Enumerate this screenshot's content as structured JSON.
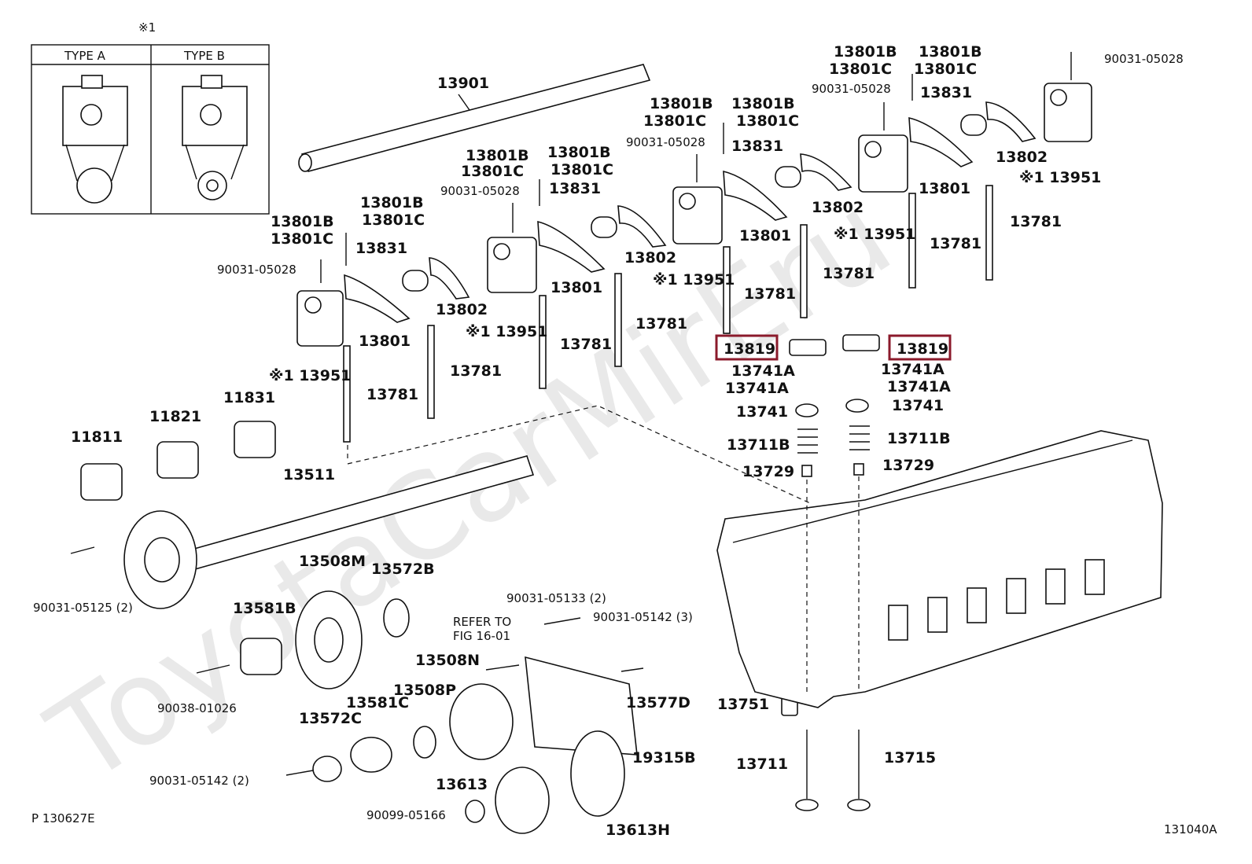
{
  "watermark": "ToyotaCarMirEru",
  "type_box": {
    "ref_mark": "※1",
    "type_a": "TYPE A",
    "type_b": "TYPE B"
  },
  "figure_ref": "P 130627E",
  "diagram_code": "131040A",
  "refer_note": {
    "line1": "REFER TO",
    "line2": "FIG 16-01"
  },
  "highlighted_part": "13819",
  "labels": {
    "p13901": "13901",
    "p13801b_1": "13801B",
    "p13801b_2": "13801B",
    "p13801b_3": "13801B",
    "p13801b_4": "13801B",
    "p13801b_5": "13801B",
    "p13801b_6": "13801B",
    "p13801b_7": "13801B",
    "p13801b_8": "13801B",
    "p13801c_1": "13801C",
    "p13801c_2": "13801C",
    "p13801c_3": "13801C",
    "p13801c_4": "13801C",
    "p13801c_5": "13801C",
    "p13801c_6": "13801C",
    "p13801c_7": "13801C",
    "p13801c_8": "13801C",
    "p90031_05028_1": "90031-05028",
    "p90031_05028_2": "90031-05028",
    "p90031_05028_3": "90031-05028",
    "p90031_05028_4": "90031-05028",
    "p90031_05028_5": "90031-05028",
    "p13831_1": "13831",
    "p13831_2": "13831",
    "p13831_3": "13831",
    "p13831_4": "13831",
    "p13802_1": "13802",
    "p13802_2": "13802",
    "p13802_3": "13802",
    "p13802_4": "13802",
    "p13801_1": "13801",
    "p13801_2": "13801",
    "p13801_3": "13801",
    "p13801_4": "13801",
    "p13951_1": "※1 13951",
    "p13951_2": "※1 13951",
    "p13951_3": "※1 13951",
    "p13951_4": "※1 13951",
    "p13951_5": "※1 13951",
    "p13781_1": "13781",
    "p13781_2": "13781",
    "p13781_3": "13781",
    "p13781_4": "13781",
    "p13781_5": "13781",
    "p13781_6": "13781",
    "p13781_7": "13781",
    "p13781_8": "13781",
    "p13819_l": "13819",
    "p13819_r": "13819",
    "p13741a_1": "13741A",
    "p13741a_2": "13741A",
    "p13741a_3": "13741A",
    "p13741a_4": "13741A",
    "p13741_l": "13741",
    "p13741_r": "13741",
    "p13711b_l": "13711B",
    "p13711b_r": "13711B",
    "p13729_l": "13729",
    "p13729_r": "13729",
    "p11811": "11811",
    "p11821": "11821",
    "p11831": "11831",
    "p13511": "13511",
    "p90031_05125": "90031-05125 (2)",
    "p13508m": "13508M",
    "p13572b": "13572B",
    "p13581b": "13581B",
    "p90038_01026": "90038-01026",
    "p90031_05133": "90031-05133 (2)",
    "p90031_05142_3": "90031-05142 (3)",
    "p13508n": "13508N",
    "p13508p": "13508P",
    "p13581c": "13581C",
    "p13572c": "13572C",
    "p13577d": "13577D",
    "p19315b": "19315B",
    "p90031_05142_2": "90031-05142 (2)",
    "p13613": "13613",
    "p90099_05166": "90099-05166",
    "p13613h": "13613H",
    "p13751": "13751",
    "p13711": "13711",
    "p13715": "13715"
  }
}
